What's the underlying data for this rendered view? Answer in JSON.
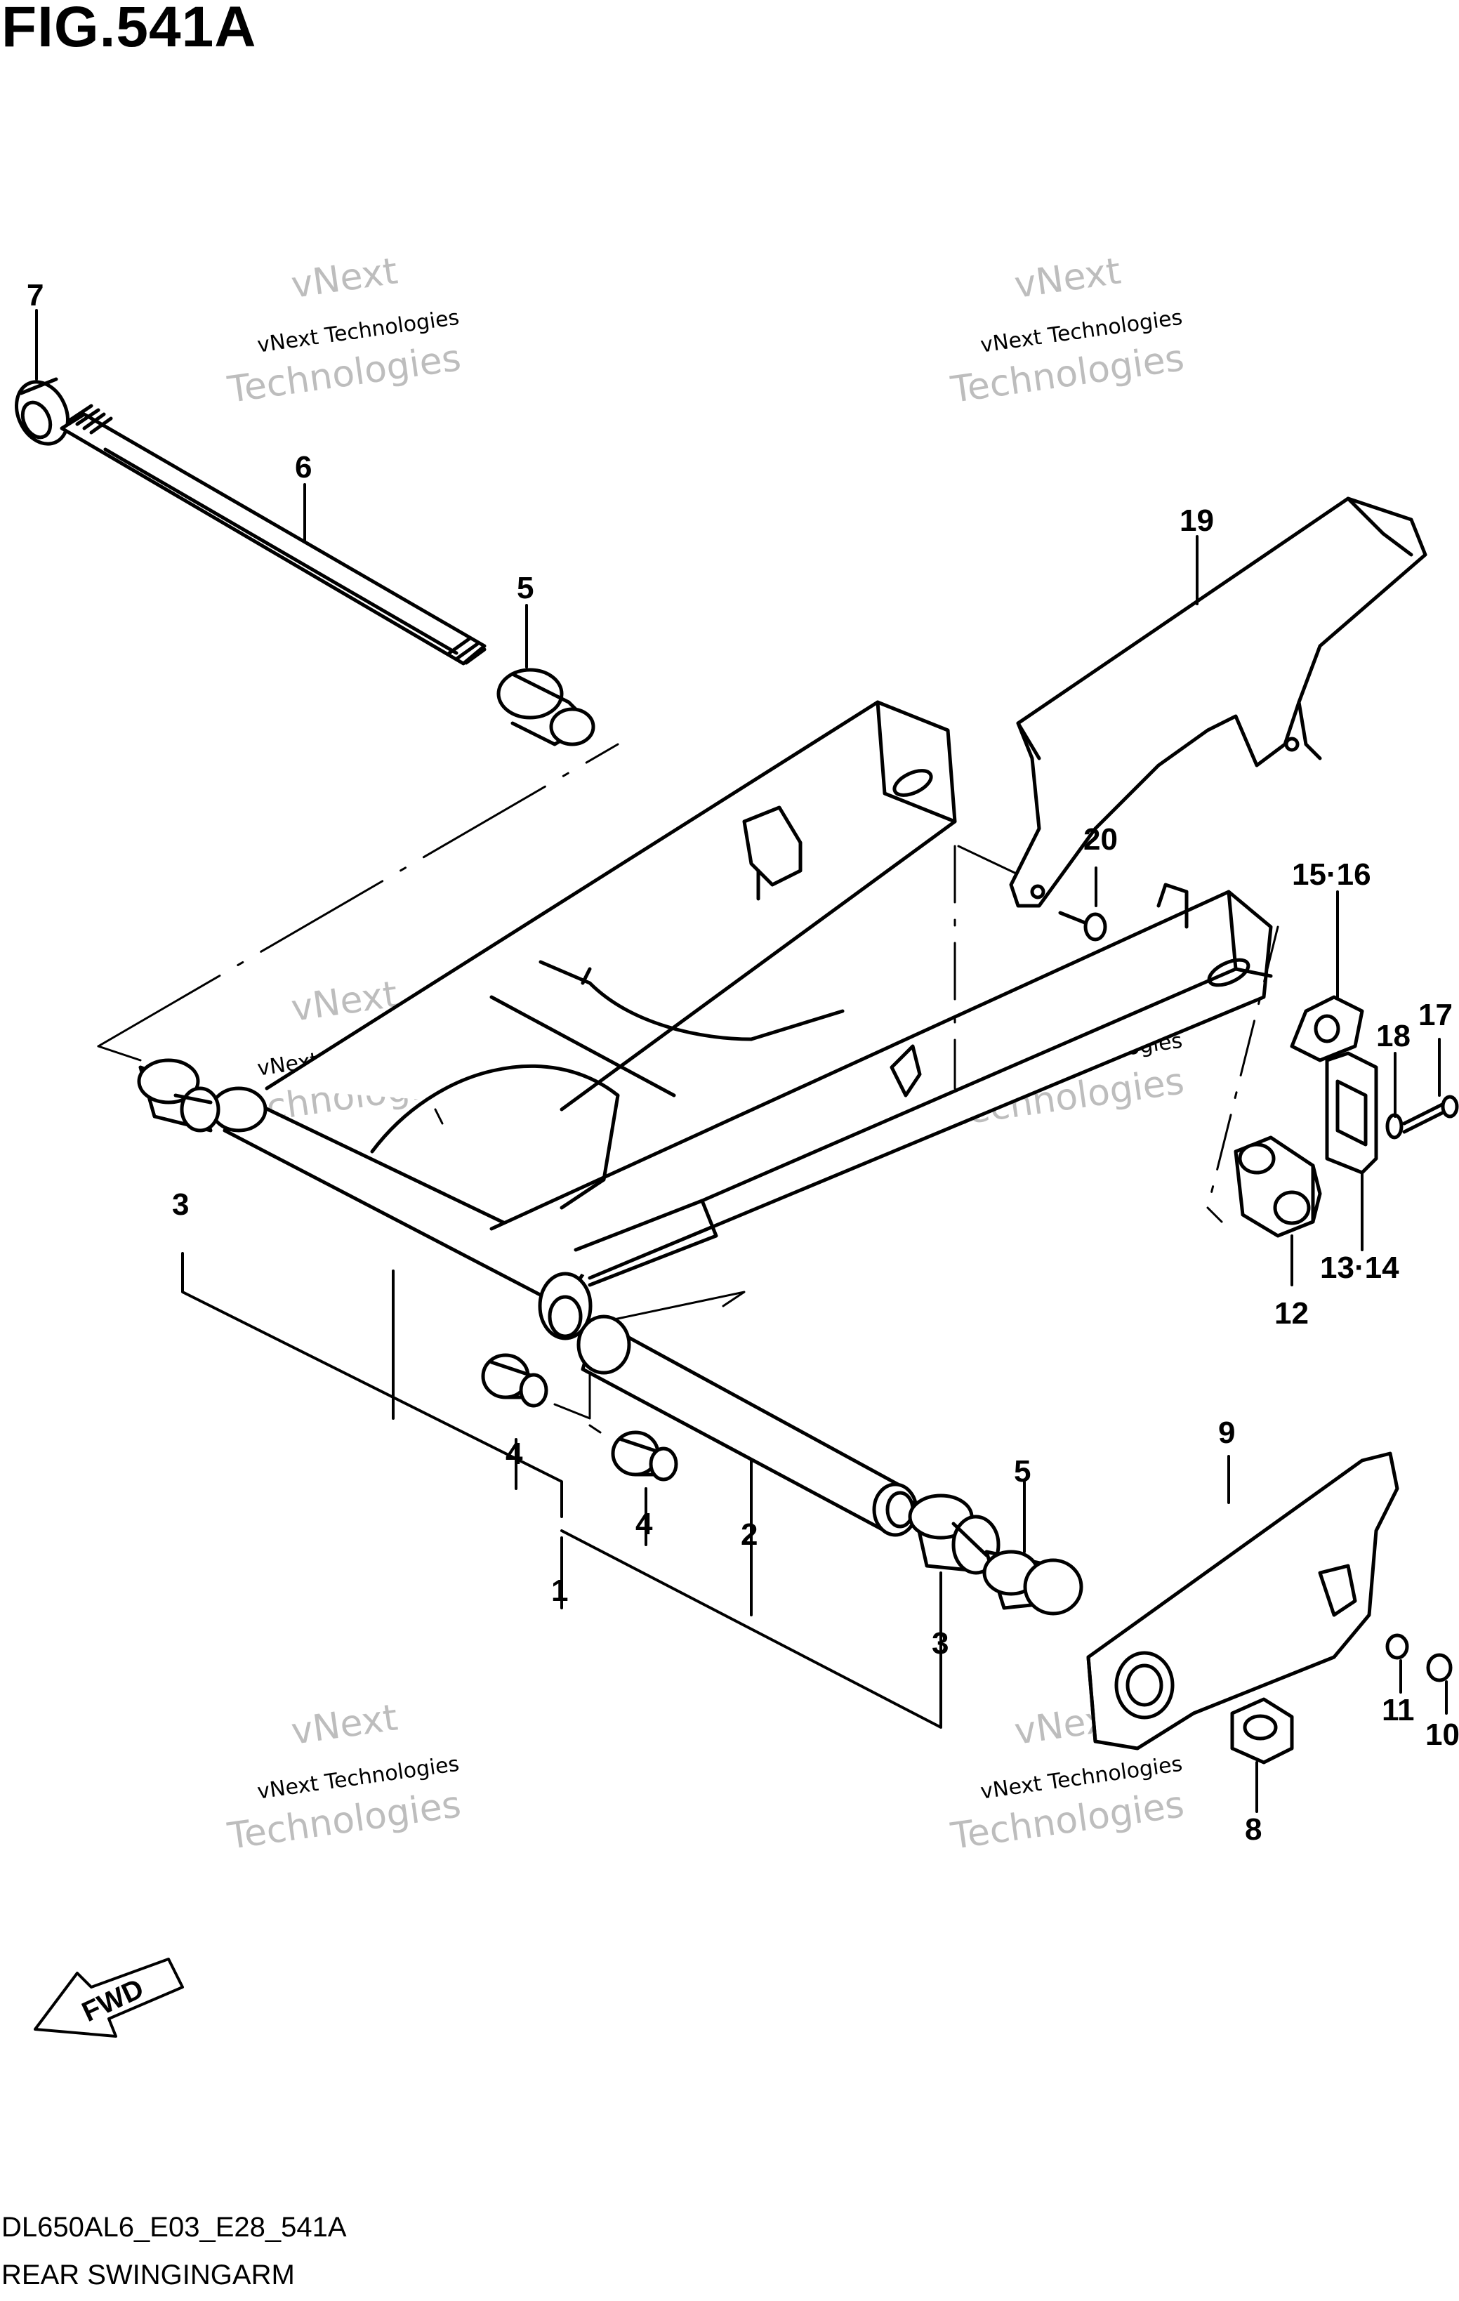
{
  "figure": {
    "title": "FIG.541A",
    "code": "DL650AL6_E03_E28_541A",
    "subtitle": "REAR SWINGINGARM"
  },
  "watermark": {
    "line1": "vNext",
    "line2": "vNext Technologies",
    "line3": "Technologies"
  },
  "direction": {
    "label": "FWD"
  },
  "callouts": {
    "c1": "1",
    "c2": "2",
    "c3a": "3",
    "c3b": "3",
    "c4a": "4",
    "c4b": "4",
    "c5a": "5",
    "c5b": "5",
    "c6": "6",
    "c7": "7",
    "c8": "8",
    "c9": "9",
    "c10": "10",
    "c11": "11",
    "c12": "12",
    "c1314": "13·14",
    "c1516": "15·16",
    "c17": "17",
    "c18": "18",
    "c19": "19",
    "c20": "20"
  }
}
